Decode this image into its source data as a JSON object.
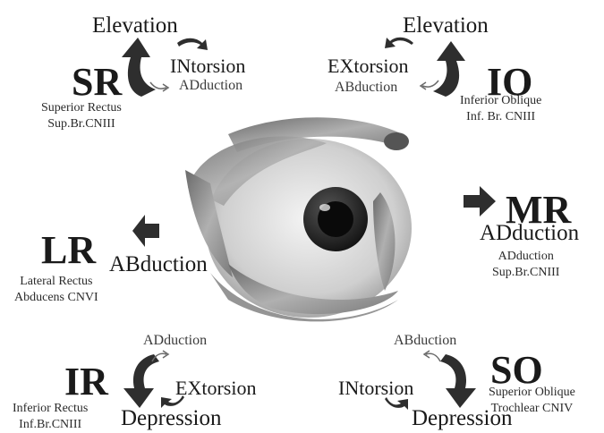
{
  "colors": {
    "text": "#1a1a1a",
    "arrow": "#2e2e2e",
    "muscle": "#8a8a8a",
    "iris": "#222222"
  },
  "muscles": {
    "sr": {
      "abbr": "SR",
      "name": "Superior Rectus",
      "nerve": "Sup.Br.CNIII",
      "primary": "Elevation",
      "secondary": "INtorsion",
      "tertiary": "ADduction"
    },
    "io": {
      "abbr": "IO",
      "name": "Inferior Oblique",
      "nerve": "Inf. Br. CNIII",
      "primary": "Elevation",
      "secondary": "EXtorsion",
      "tertiary": "ABduction"
    },
    "mr": {
      "abbr": "MR",
      "action": "ADduction",
      "name": "ADduction",
      "nerve": "Sup.Br.CNIII"
    },
    "lr": {
      "abbr": "LR",
      "action": "ABduction",
      "name": "Lateral Rectus",
      "nerve": "Abducens CNVI"
    },
    "ir": {
      "abbr": "IR",
      "name": "Inferior Rectus",
      "nerve": "Inf.Br.CNIII",
      "primary": "Depression",
      "secondary": "EXtorsion",
      "tertiary": "ADduction"
    },
    "so": {
      "abbr": "SO",
      "name": "Superior Oblique",
      "nerve": "Trochlear CNIV",
      "primary": "Depression",
      "secondary": "INtorsion",
      "tertiary": "ABduction"
    }
  }
}
